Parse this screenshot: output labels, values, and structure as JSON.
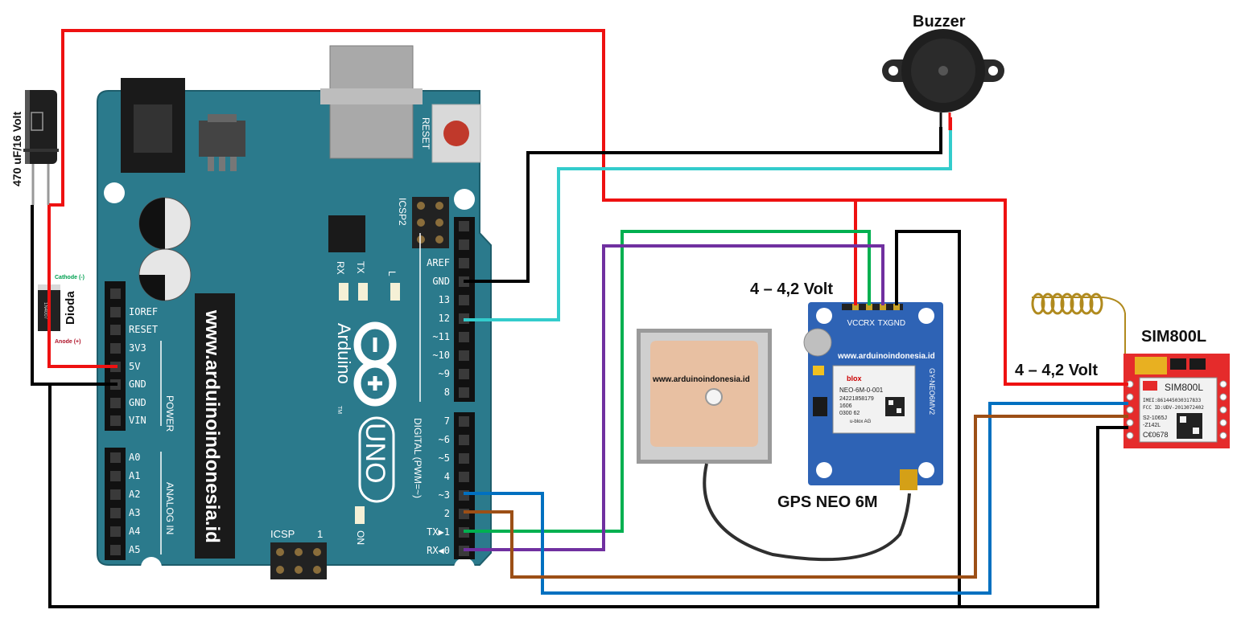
{
  "labels": {
    "buzzer": "Buzzer",
    "capacitor": "470 uF/16 Volt",
    "diode": "Dioda",
    "diode_part": "1N4007",
    "cathode": "Cathode (-)",
    "anode": "Anode (+)",
    "gps_voltage": "4 – 4,2 Volt",
    "gps_name": "GPS NEO 6M",
    "sim_voltage": "4 – 4,2 Volt",
    "sim_name": "SIM800L",
    "website": "www.arduinoindonesia.id",
    "antenna_website": "www.arduinoindonesia.id",
    "gps_website": "www.arduinoindonesia.id"
  },
  "arduino": {
    "brand": "Arduino",
    "model": "UNO",
    "tm": "TM",
    "reset": "RESET",
    "icsp": "ICSP",
    "icsp2": "ICSP2",
    "one": "1",
    "tx": "TX",
    "rx": "RX",
    "l": "L",
    "on": "ON",
    "digital": "DIGITAL (PWM=~)",
    "power": "POWER",
    "analog": "ANALOG IN",
    "right_pins": [
      "AREF",
      "GND",
      "13",
      "12",
      "~11",
      "~10",
      "~9",
      "8",
      "7",
      "~6",
      "~5",
      "4",
      "~3",
      "2",
      "TX▶1",
      "RX◀0"
    ],
    "left_power_pins": [
      "IOREF",
      "RESET",
      "3V3",
      "5V",
      "GND",
      "GND",
      "VIN"
    ],
    "left_analog_pins": [
      "A0",
      "A1",
      "A2",
      "A3",
      "A4",
      "A5"
    ]
  },
  "gps_module": {
    "pins": [
      "VCC",
      "RX",
      "TX",
      "GND"
    ],
    "chip_brand": "blox",
    "chip_model": "NEO-6M-0-001",
    "chip_serial": "24221858179",
    "chip_date": "1606",
    "chip_code": "0300 62",
    "chip_company": "u-blox AG",
    "board_label": "GY-NEO6MV2"
  },
  "sim_module": {
    "chip_name": "SIM800L",
    "imei": "IMEI:861445030317833",
    "fccid": "FCC ID:UDV-2013072402",
    "s2": "S2-1065J",
    "z142": "-Z142L",
    "ce": "C€0678"
  },
  "colors": {
    "board": "#2b7a8c",
    "wire_red": "#ee1111",
    "wire_black": "#000000",
    "wire_green": "#00b050",
    "wire_purple": "#7030a0",
    "wire_cyan": "#33cccc",
    "wire_blue": "#0070c0",
    "wire_brown": "#9c4f16",
    "gps_board": "#2e63b5",
    "sim_board": "#e52b2b"
  }
}
